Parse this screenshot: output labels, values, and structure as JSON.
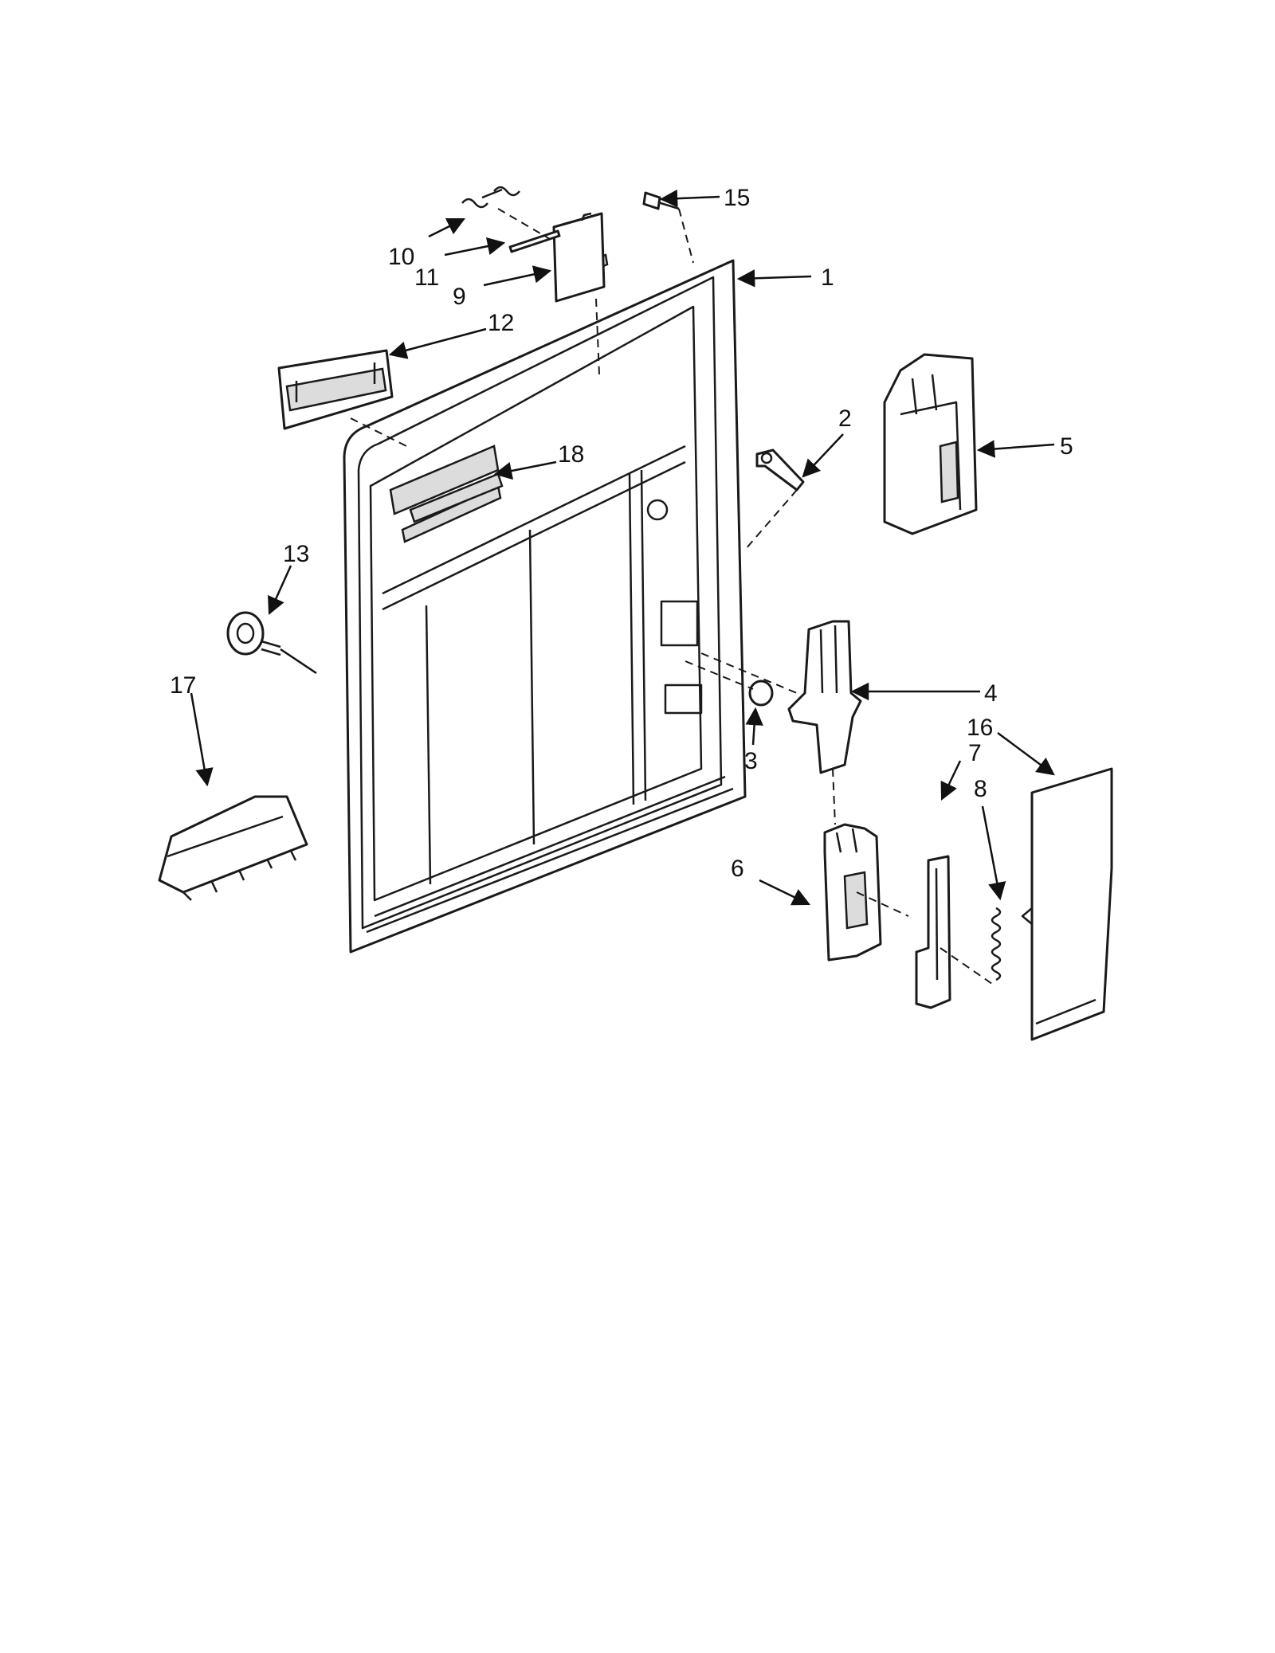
{
  "callouts": {
    "c1": "1",
    "c2": "2",
    "c3": "3",
    "c4": "4",
    "c5": "5",
    "c6": "6",
    "c7": "7",
    "c8": "8",
    "c9": "9",
    "c10": "10",
    "c11": "11",
    "c12": "12",
    "c13": "13",
    "c15": "15",
    "c16": "16",
    "c17": "17",
    "c18": "18"
  },
  "colors": {
    "line": "#1a1a1a",
    "shade": "#dcdcdc",
    "background": "#ffffff"
  }
}
